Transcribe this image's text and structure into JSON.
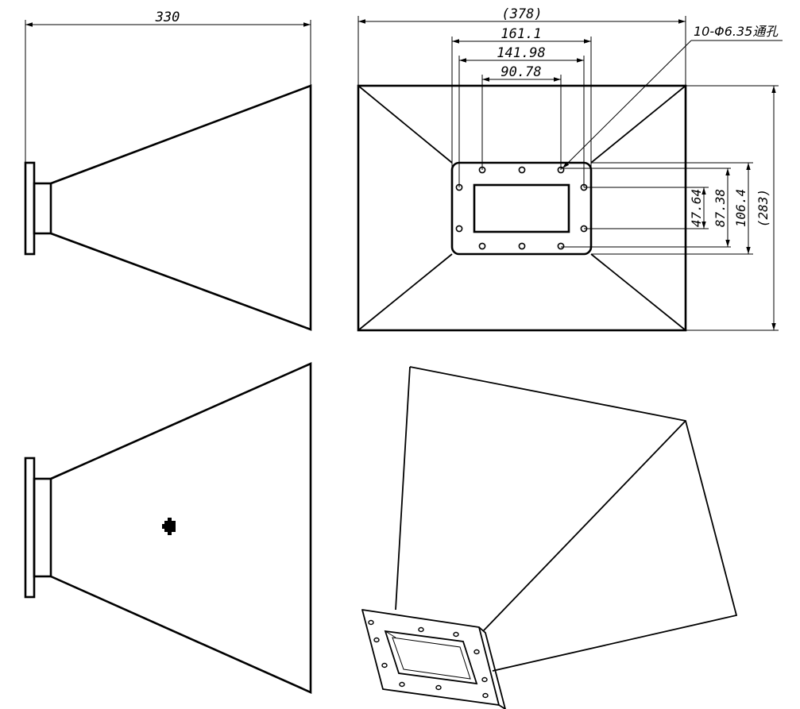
{
  "dimensions": {
    "side_length": "330",
    "front_width": "(378)",
    "bolt_span_outer": "161.1",
    "bolt_span_mid": "141.98",
    "bolt_span_inner": "90.78",
    "hole_note": "10-Φ6.35通孔",
    "vert_inner": "47.64",
    "vert_mid": "87.38",
    "vert_outer": "106.4",
    "front_height": "(283)"
  },
  "views": [
    "side-view",
    "front-view",
    "bottom-view",
    "isometric-view"
  ]
}
